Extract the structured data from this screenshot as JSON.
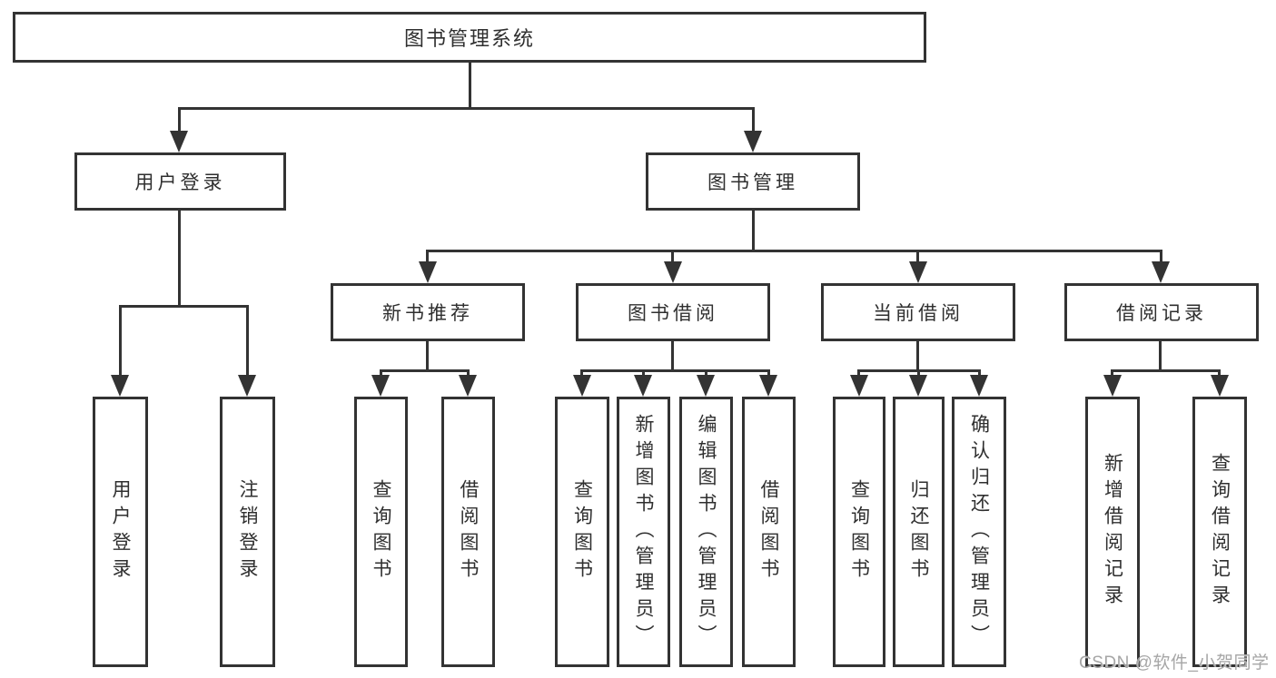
{
  "colors": {
    "line": "#333333",
    "text": "#2f2f2f",
    "box_bg": "#ffffff",
    "watermark": "#a6a6a6",
    "page_bg": "#ffffff"
  },
  "watermark": {
    "text": "CSDN @软件_小贺同学"
  },
  "tree": {
    "label": "图书管理系统",
    "children": [
      {
        "label": "用户登录",
        "children": [
          {
            "label": "用户登录"
          },
          {
            "label": "注销登录"
          }
        ]
      },
      {
        "label": "图书管理",
        "children": [
          {
            "label": "新书推荐",
            "children": [
              {
                "label": "查询图书"
              },
              {
                "label": "借阅图书"
              }
            ]
          },
          {
            "label": "图书借阅",
            "children": [
              {
                "label": "查询图书"
              },
              {
                "label": "新增图书（管理员）"
              },
              {
                "label": "编辑图书（管理员）"
              },
              {
                "label": "借阅图书"
              }
            ]
          },
          {
            "label": "当前借阅",
            "children": [
              {
                "label": "查询图书"
              },
              {
                "label": "归还图书"
              },
              {
                "label": "确认归还（管理员）"
              }
            ]
          },
          {
            "label": "借阅记录",
            "children": [
              {
                "label": "新增借阅记录"
              },
              {
                "label": "查询借阅记录"
              }
            ]
          }
        ]
      }
    ]
  }
}
